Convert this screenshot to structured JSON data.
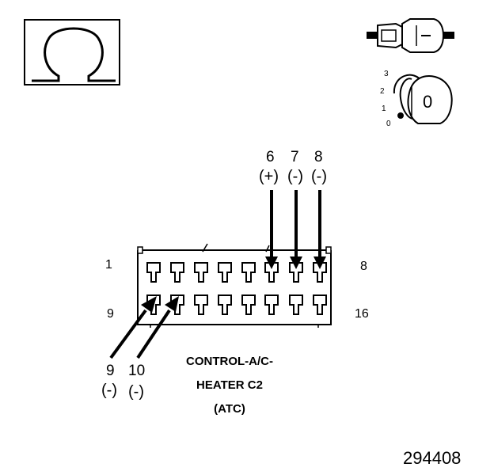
{
  "ohmmeter": {
    "symbol": "Ω"
  },
  "ignition": {
    "positions": [
      "3",
      "2",
      "1",
      "0"
    ],
    "key_label": "0"
  },
  "connector": {
    "row_labels": {
      "top_left": "1",
      "top_right": "8",
      "bottom_left": "9",
      "bottom_right": "16"
    },
    "top_pins": [
      {
        "number": "6",
        "polarity": "(+)"
      },
      {
        "number": "7",
        "polarity": "(-)"
      },
      {
        "number": "8",
        "polarity": "(-)"
      }
    ],
    "bottom_pins": [
      {
        "number": "9",
        "polarity": "(-)"
      },
      {
        "number": "10",
        "polarity": "(-)"
      }
    ],
    "name_lines": [
      "CONTROL-A/C-",
      "HEATER C2",
      "(ATC)"
    ]
  },
  "figure_code": "294408"
}
